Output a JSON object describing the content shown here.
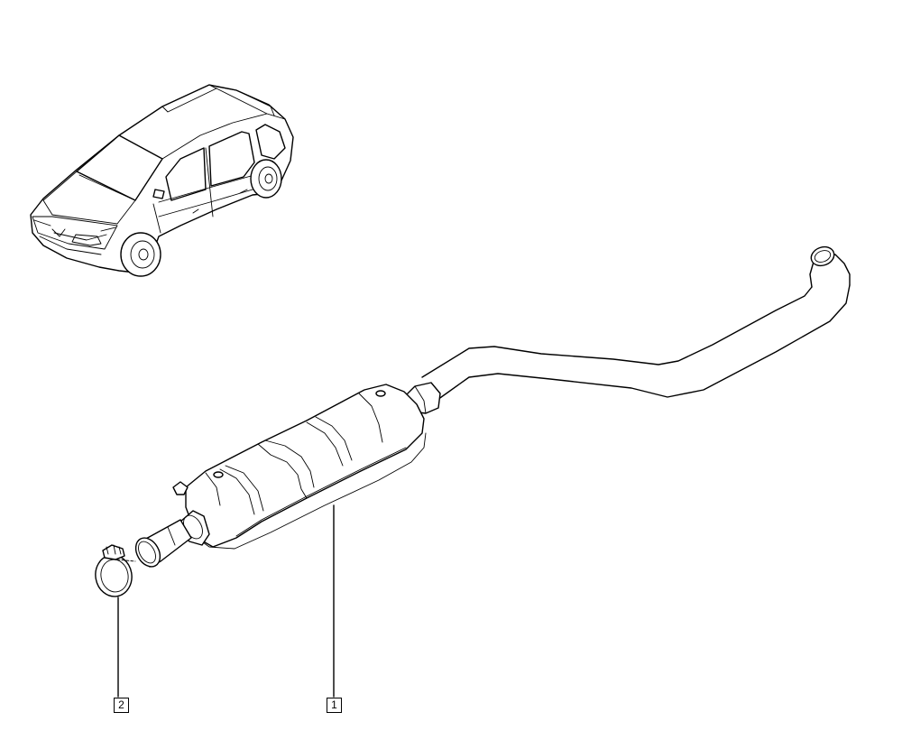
{
  "diagram": {
    "callouts": [
      {
        "number": "1",
        "part": "catalytic-converter-exhaust-pipe"
      },
      {
        "number": "2",
        "part": "exhaust-pipe-clamp"
      }
    ],
    "line_color": "#000000",
    "background_color": "#ffffff"
  }
}
